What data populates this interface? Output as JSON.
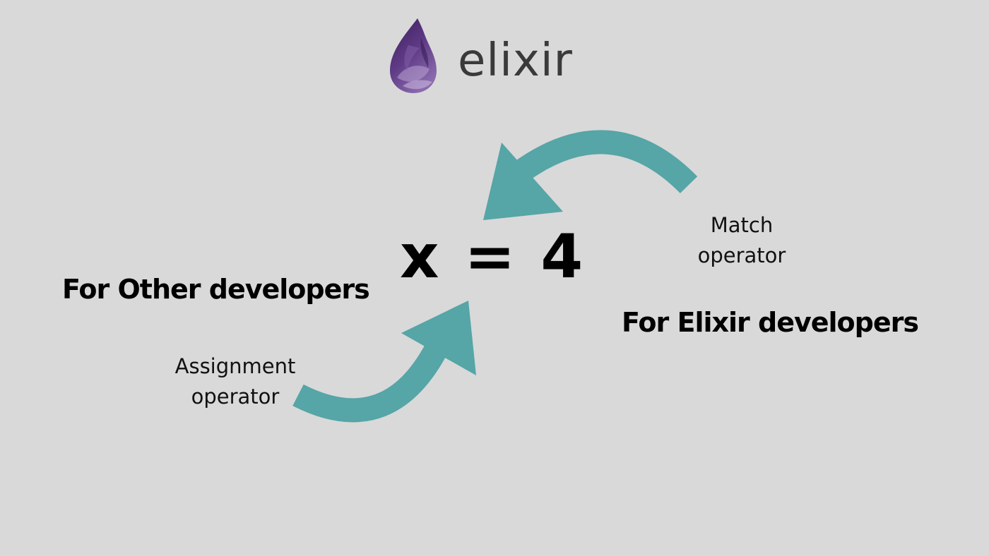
{
  "logo": {
    "wordmark": "elixir",
    "icon": "elixir-drop-icon",
    "colors": {
      "drop_dark": "#4b2a6e",
      "drop_mid": "#6e4a93",
      "drop_light": "#b9a2d2",
      "wordmark": "#3a3a3a"
    }
  },
  "equation": "x = 4",
  "labels": {
    "other_developers": "For Other developers",
    "elixir_developers": "For Elixir developers",
    "match_operator": [
      "Match",
      "operator"
    ],
    "assignment_operator": [
      "Assignment",
      "operator"
    ]
  },
  "arrows": {
    "color": "#56a5a7",
    "match_arrow_direction": "right-to-left, pointing at the equation",
    "assignment_arrow_direction": "left-to-right, pointing at the equation"
  },
  "background": "#d9d9d9"
}
